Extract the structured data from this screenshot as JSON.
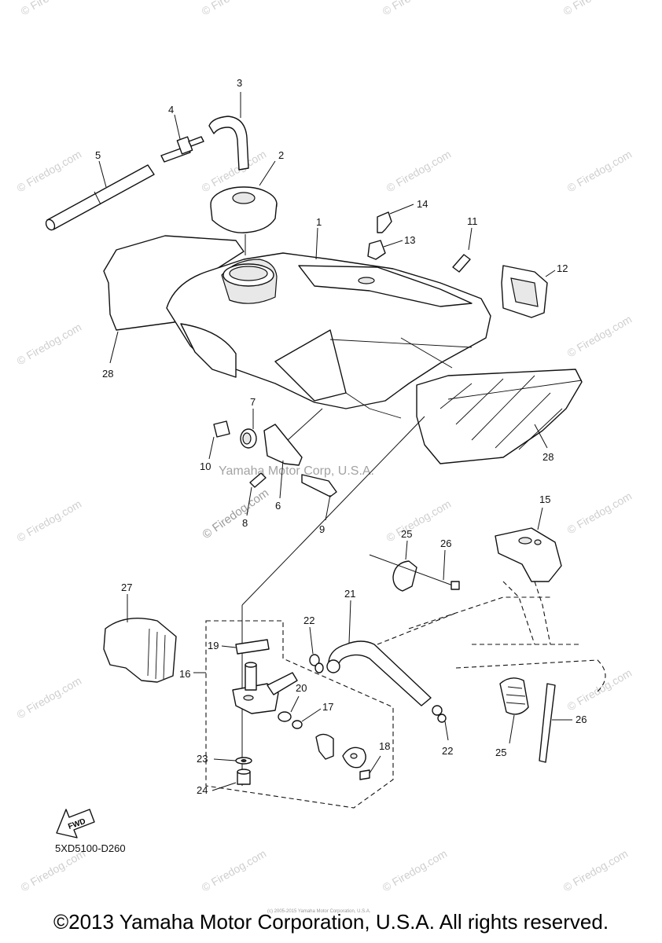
{
  "diagram_code": "5XD5100-D260",
  "fwd_label": "FWD",
  "copyright": "©2013 Yamaha Motor Corporation, U.S.A. All rights reserved.",
  "tiny_copyright": "(c) 2005-2015 Yamaha Motor Corporation, U.S.A.",
  "watermarks": {
    "firedog": "© Firedog.com",
    "yamaha": "Yamaha Motor Corp, U.S.A."
  },
  "callouts": {
    "c1": "1",
    "c2": "2",
    "c3": "3",
    "c4": "4",
    "c5": "5",
    "c6": "6",
    "c7": "7",
    "c8": "8",
    "c9": "9",
    "c10": "10",
    "c11": "11",
    "c12": "12",
    "c13": "13",
    "c14": "14",
    "c15": "15",
    "c16": "16",
    "c17": "17",
    "c18": "18",
    "c19": "19",
    "c20": "20",
    "c21": "21",
    "c22a": "22",
    "c22b": "22",
    "c23": "23",
    "c24": "24",
    "c25a": "25",
    "c25b": "25",
    "c26a": "26",
    "c26b": "26",
    "c27": "27",
    "c28a": "28",
    "c28b": "28"
  }
}
